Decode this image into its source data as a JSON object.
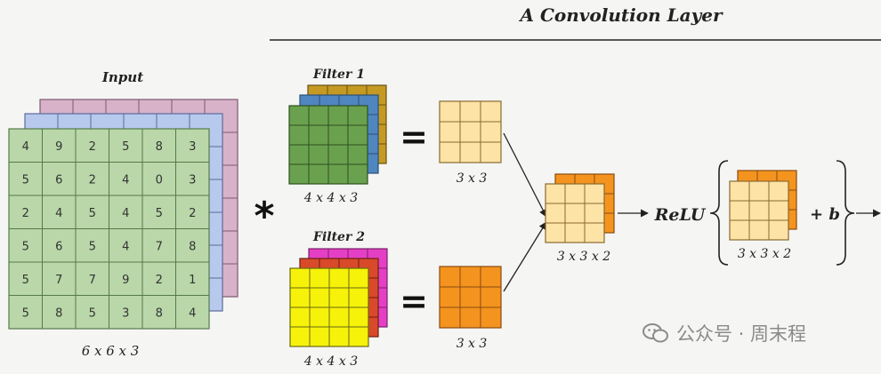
{
  "title": "A Convolution Layer",
  "input": {
    "label": "Input",
    "dims": "6 x 6 x 3",
    "values": [
      [
        4,
        9,
        2,
        5,
        8,
        3
      ],
      [
        5,
        6,
        2,
        4,
        0,
        3
      ],
      [
        2,
        4,
        5,
        4,
        5,
        2
      ],
      [
        5,
        6,
        5,
        4,
        7,
        8
      ],
      [
        5,
        7,
        7,
        9,
        2,
        1
      ],
      [
        5,
        8,
        5,
        3,
        8,
        4
      ]
    ]
  },
  "operator": "*",
  "filter1": {
    "label": "Filter 1",
    "dims": "4 x 4 x 3"
  },
  "filter2": {
    "label": "Filter 2",
    "dims": "4 x 4 x 3"
  },
  "equals": "=",
  "output1": {
    "dims": "3 x 3"
  },
  "output2": {
    "dims": "3 x 3"
  },
  "stacked": {
    "dims": "3 x 3 x 2"
  },
  "relu": {
    "label": "ReLU",
    "dims": "3 x 3 x 2",
    "bias": "+ b"
  },
  "watermark": {
    "text": "公众号 · 周末程"
  },
  "colors": {
    "input_front": "#b9d7a8",
    "input_mid": "#b8c9ee",
    "input_back": "#d8b2c9",
    "filter1_front": "#6aa14e",
    "filter1_mid": "#4f86c0",
    "filter1_back": "#c49a22",
    "filter2_front": "#f7f20a",
    "filter2_mid": "#d94a2a",
    "filter2_back": "#e53fc5",
    "output1": "#fde3a6",
    "output2": "#f4941e",
    "stacked_front": "#fde3a6",
    "stacked_back": "#f4941e"
  }
}
